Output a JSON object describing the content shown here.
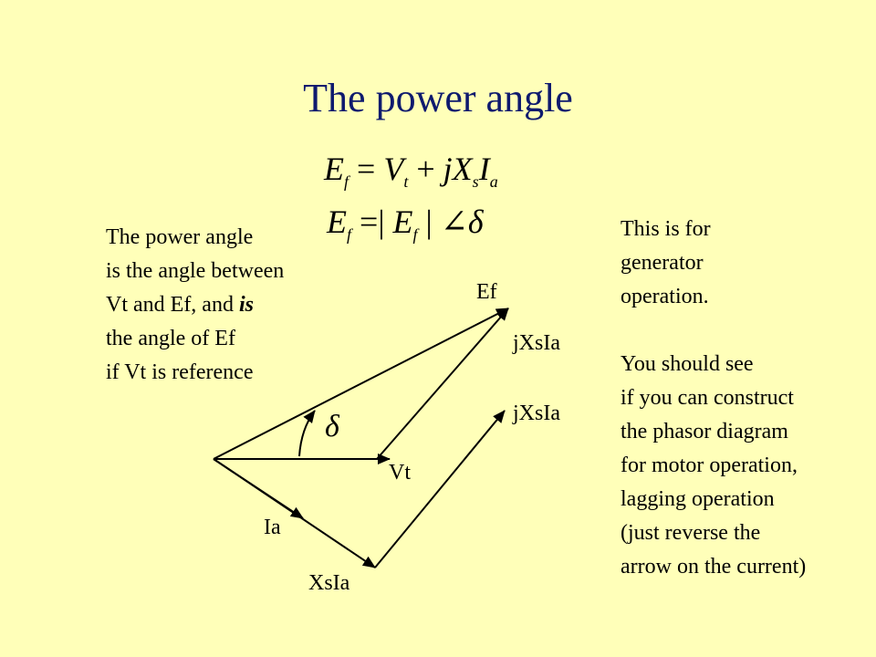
{
  "title": "The power angle",
  "equations": {
    "eq1": {
      "lhs_var": "E",
      "lhs_sub": "f",
      "eq": "=",
      "t1_var": "V",
      "t1_sub": "t",
      "plus": "+",
      "t2_j": "j",
      "t2_x": "X",
      "t2_xsub": "s",
      "t2_i": "I",
      "t2_isub": "a"
    },
    "eq2": {
      "lhs_var": "E",
      "lhs_sub": "f",
      "eq": "=|",
      "mag_var": "E",
      "mag_sub": "f",
      "close": "|",
      "angle": "∠δ"
    }
  },
  "left_text": {
    "line1": "The power angle",
    "line2": "is the angle between",
    "line3_a": "Vt and Ef, and ",
    "line3_b": "is",
    "line4": "the angle of Ef",
    "line5": "if Vt is reference"
  },
  "right_text": {
    "line1": "This is for",
    "line2": "generator",
    "line3": "operation.",
    "line4": "You should see",
    "line5": "if you can construct",
    "line6": "the phasor diagram",
    "line7": "for motor operation,",
    "line8": "lagging operation",
    "line9": "(just reverse the",
    "line10": "arrow on the current)"
  },
  "diagram_labels": {
    "ef": "Ef",
    "jxsia_1": "jXsIa",
    "jxsia_2": "jXsIa",
    "delta": "δ",
    "vt": "Vt",
    "ia": "Ia",
    "xsia": "XsIa"
  },
  "colors": {
    "background": "#FFFFB9",
    "title": "#0E1A6E",
    "lines": "#000000"
  }
}
